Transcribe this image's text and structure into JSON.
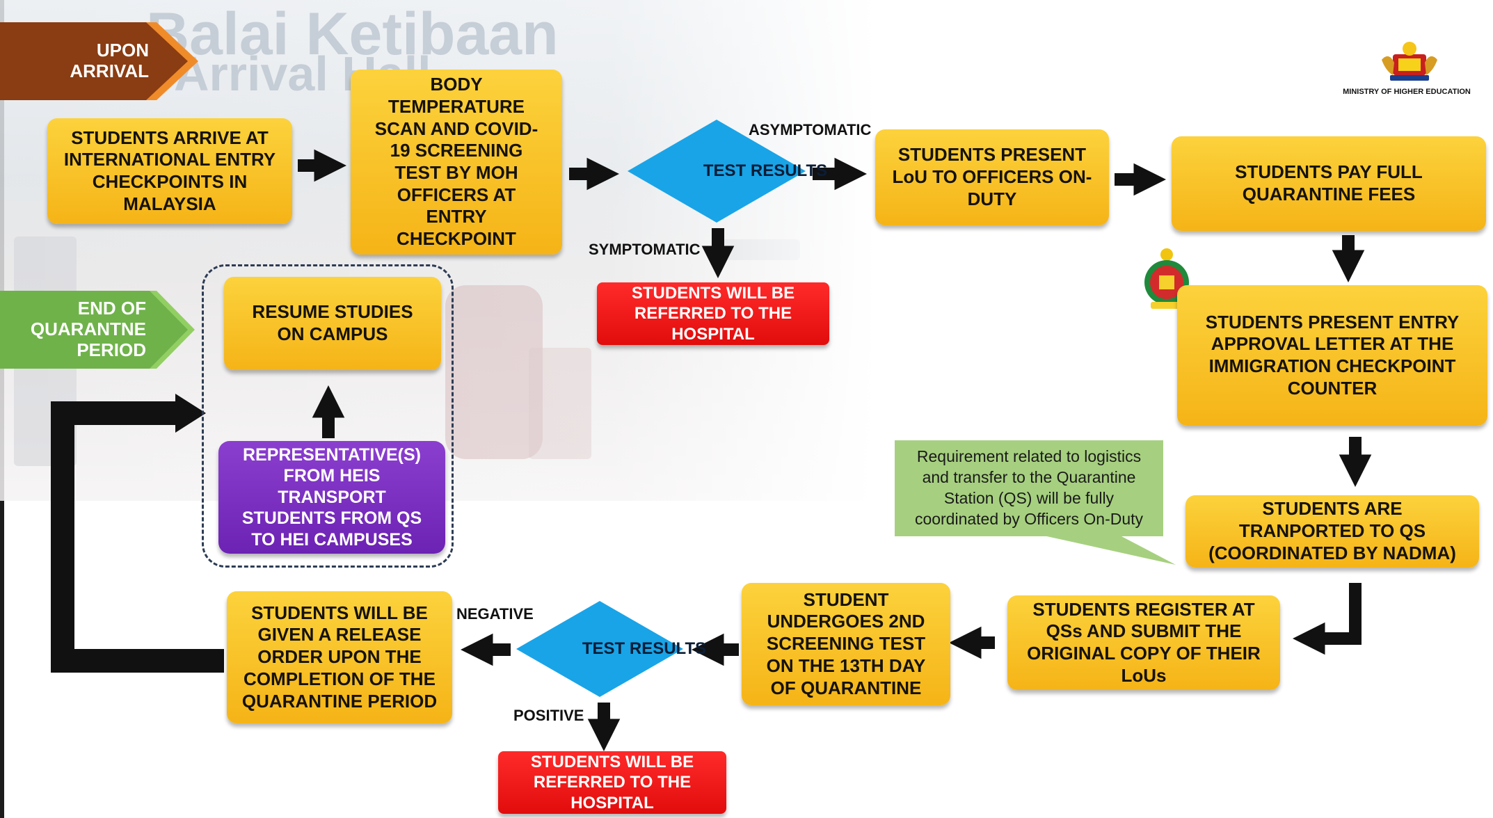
{
  "header": {
    "hall_sign_line1": "Balai Ketibaan",
    "hall_sign_line2": "Arrival Hall",
    "upon_arrival_line1": "UPON",
    "upon_arrival_line2": "ARRIVAL",
    "ministry_label": "MINISTRY OF HIGHER EDUCATION"
  },
  "end_banner": {
    "line1": "END OF",
    "line2": "QUARANTNE",
    "line3": "PERIOD"
  },
  "nodes": {
    "arrive": "STUDENTS ARRIVE AT INTERNATIONAL ENTRY CHECKPOINTS IN MALAYSIA",
    "screening": "BODY TEMPERATURE SCAN AND COVID-19 SCREENING TEST BY MOH OFFICERS AT ENTRY CHECKPOINT",
    "test_results_1": "TEST RESULTS",
    "present_lou": "STUDENTS PRESENT LoU TO OFFICERS ON-DUTY",
    "pay_fees": "STUDENTS PAY FULL QUARANTINE FEES",
    "hospital_1": "STUDENTS WILL BE REFERRED TO THE HOSPITAL",
    "present_entry": "STUDENTS PRESENT ENTRY APPROVAL LETTER AT THE IMMIGRATION CHECKPOINT COUNTER",
    "transported": "STUDENTS ARE TRANPORTED TO QS (COORDINATED BY NADMA)",
    "register": "STUDENTS REGISTER AT QSs AND SUBMIT THE ORIGINAL COPY OF THEIR LoUs",
    "second_screening": "STUDENT UNDERGOES 2ND SCREENING TEST ON THE 13TH DAY OF QUARANTINE",
    "test_results_2": "TEST RESULTS",
    "release_order": "STUDENTS WILL BE GIVEN A RELEASE ORDER UPON THE COMPLETION OF THE QUARANTINE PERIOD",
    "hospital_2": "STUDENTS WILL BE REFERRED TO THE HOSPITAL",
    "resume": "RESUME STUDIES ON CAMPUS",
    "representatives": "REPRESENTATIVE(S) FROM HEIS TRANSPORT STUDENTS FROM QS TO HEI CAMPUSES"
  },
  "edge_labels": {
    "asymptomatic": "ASYMPTOMATIC",
    "symptomatic": "SYMPTOMATIC",
    "negative": "NEGATIVE",
    "positive": "POSITIVE"
  },
  "callout": {
    "text": "Requirement related to logistics and transfer to the Quarantine Station (QS) will be fully coordinated by Officers On-Duty"
  },
  "colors": {
    "process_box": "#f7bd21",
    "decision_diamond": "#19a4e8",
    "hospital_box": "#ee1313",
    "representative_box": "#7a2fc2",
    "upon_arrival_banner": "#8a3c12",
    "end_banner": "#6fb24a",
    "callout": "#a6d07f",
    "arrow": "#111111"
  }
}
